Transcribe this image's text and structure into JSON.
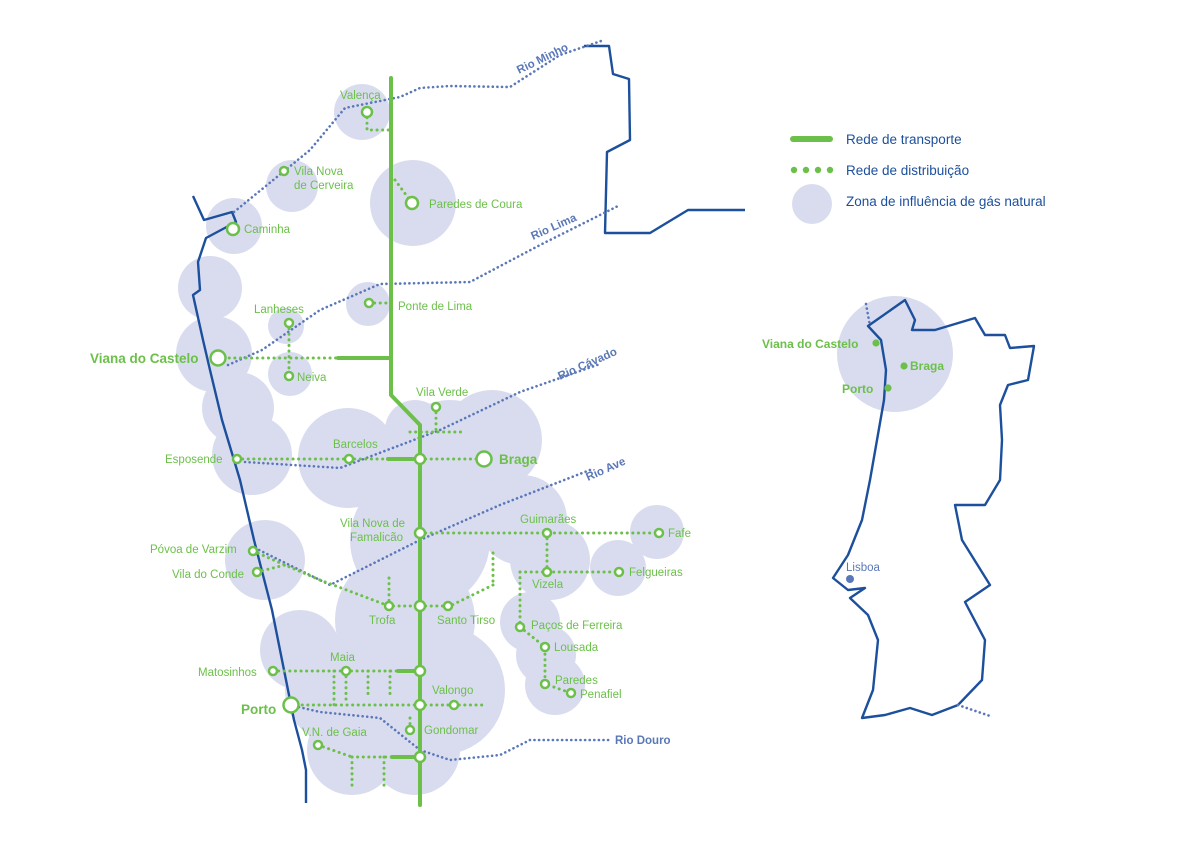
{
  "legend": {
    "transport": "Rede de transporte",
    "distribution": "Rede de distribuição",
    "influence": "Zona de influência de gás natural"
  },
  "colors": {
    "green": "#6cc04a",
    "zone": "#d9dcef",
    "border": "#1c4f9c",
    "river": "#5a78b8"
  },
  "cities": {
    "valenca": "Valença",
    "vila_nova_cerveira": [
      "Vila Nova",
      "de Cerveira"
    ],
    "paredes_coura": "Paredes de Coura",
    "caminha": "Caminha",
    "ponte_lima": "Ponte de Lima",
    "lanheses": "Lanheses",
    "viana": "Viana do Castelo",
    "neiva": "Neiva",
    "vila_verde": "Vila Verde",
    "barcelos": "Barcelos",
    "esposende": "Esposende",
    "braga": "Braga",
    "famalicao": [
      "Vila Nova de",
      "Famalicão"
    ],
    "guimaraes": "Guimarães",
    "fafe": "Fafe",
    "povoa": "Póvoa de Varzim",
    "vila_conde": "Vila do Conde",
    "vizela": "Vizela",
    "felgueiras": "Felgueiras",
    "trofa": "Trofa",
    "santo_tirso": "Santo Tirso",
    "pacos_ferreira": "Paços de Ferreira",
    "lousada": "Lousada",
    "matosinhos": "Matosinhos",
    "maia": "Maia",
    "paredes": "Paredes",
    "penafiel": "Penafiel",
    "porto": "Porto",
    "valongo": "Valongo",
    "gondomar": "Gondomar",
    "vn_gaia": "V.N. de Gaia"
  },
  "rivers": {
    "minho": "Rio Minho",
    "lima": "Rio Lima",
    "cavado": "Rio Cávado",
    "ave": "Rio Ave",
    "douro": "Rio Douro"
  },
  "portugal_map": {
    "viana": "Viana do Castelo",
    "braga": "Braga",
    "porto": "Porto",
    "lisboa": "Lisboa"
  }
}
